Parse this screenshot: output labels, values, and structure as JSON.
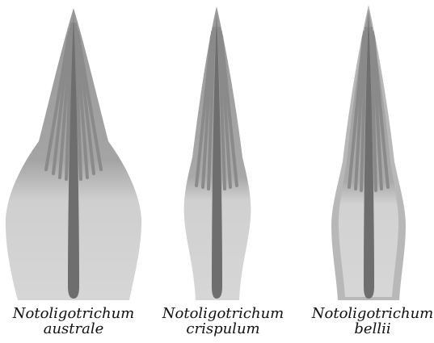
{
  "species": [
    {
      "genus": "Notoligotrichum",
      "epithet": "australe"
    },
    {
      "genus": "Notoligotrichum",
      "epithet": "crispulum"
    },
    {
      "genus": "Notoligotrichum",
      "epithet": "bellii"
    }
  ],
  "colors": {
    "midrib": "#6e6e6e",
    "lamellae": "#8a8a8a",
    "lamella_gap": "#a8a8a8",
    "upper_lamina": "#9c9c9c",
    "sheath": "#d2d2d2",
    "margin": "#b8b8b8"
  }
}
